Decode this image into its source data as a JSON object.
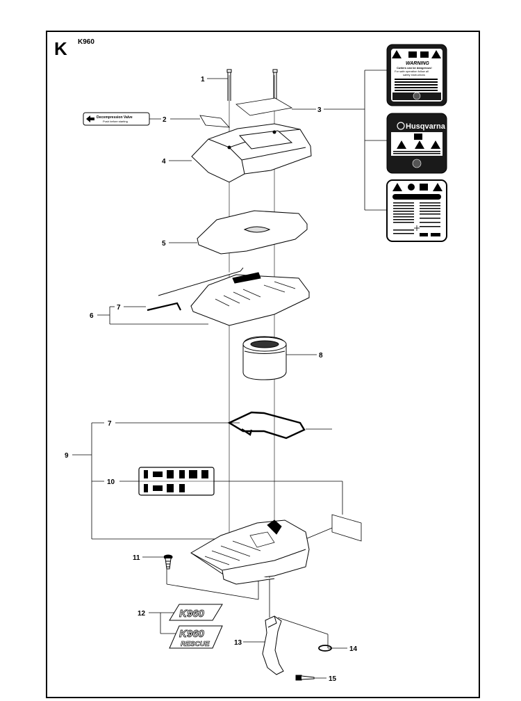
{
  "section_letter": "K",
  "model": "K960",
  "callouts": {
    "c1": "1",
    "c2": "2",
    "c3": "3",
    "c4": "4",
    "c5": "5",
    "c6": "6",
    "c7a": "7",
    "c7b": "7",
    "c8": "8",
    "c9": "9",
    "c10": "10",
    "c11": "11",
    "c12": "12",
    "c13": "13",
    "c14": "14",
    "c15": "15"
  },
  "decompression_label": "Decompression Valve",
  "decompression_sub": "Push before starting",
  "decal_warning": {
    "title": "WARNING",
    "line1": "Cutters can be dangerous!",
    "line2": "For safe operation follow all",
    "line3": "safety instructions"
  },
  "decal_brand": "Husqvarna",
  "badge_primary": "K960",
  "badge_secondary_model": "K960",
  "badge_secondary_sub": "RESCUE",
  "colors": {
    "line": "#000000",
    "paper": "#ffffff",
    "decal_dark": "#1a1a1a"
  }
}
